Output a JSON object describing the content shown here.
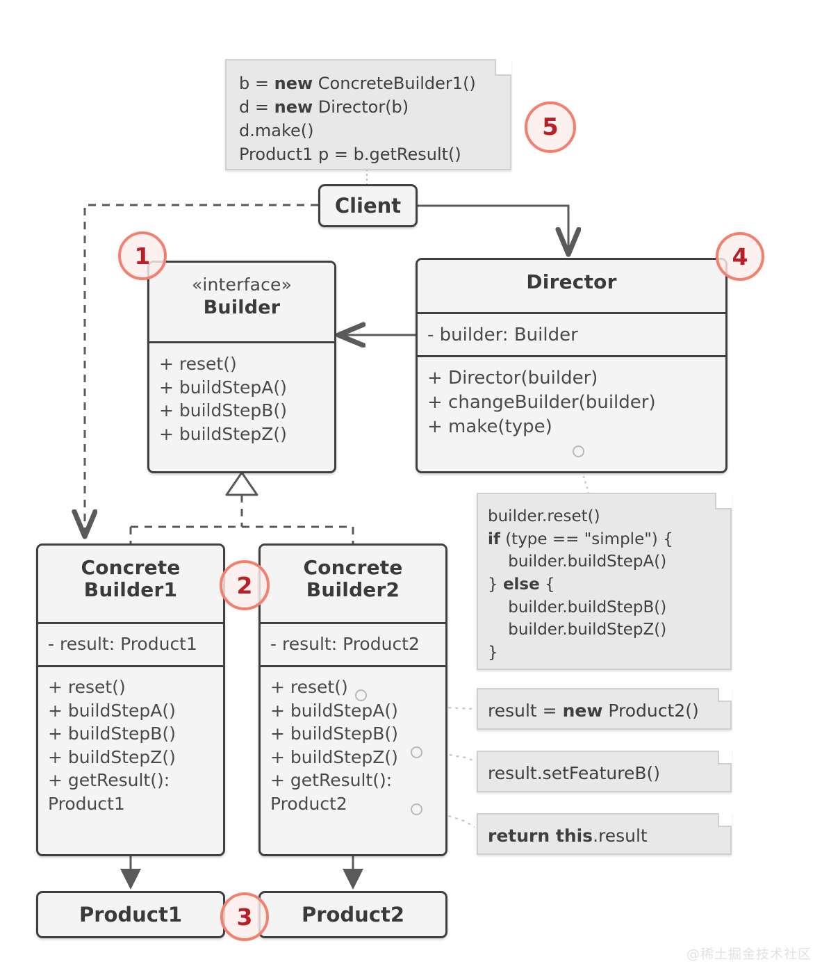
{
  "diagram": {
    "title": "Builder design pattern UML class diagram",
    "colors": {
      "box_fill": "#f4f4f4",
      "box_border": "#3f3f3f",
      "note_fill": "#e8e8e8",
      "note_border": "#cfcfcf",
      "badge_border": "#f28070",
      "badge_text": "#b81f26",
      "line": "#5a5a5a",
      "text": "#3f3f3f"
    }
  },
  "client_note": {
    "lines": [
      {
        "parts": [
          {
            "t": "b = ",
            "b": false
          },
          {
            "t": "new",
            "b": true
          },
          {
            "t": " ConcreteBuilder1()",
            "b": false
          }
        ]
      },
      {
        "parts": [
          {
            "t": "d = ",
            "b": false
          },
          {
            "t": "new",
            "b": true
          },
          {
            "t": " Director(b)",
            "b": false
          }
        ]
      },
      {
        "parts": [
          {
            "t": "d.make()",
            "b": false
          }
        ]
      },
      {
        "parts": [
          {
            "t": "Product1 p = b.getResult()",
            "b": false
          }
        ]
      }
    ]
  },
  "client": {
    "label": "Client"
  },
  "builder": {
    "stereotype": "«interface»",
    "name": "Builder",
    "methods": [
      "+ reset()",
      "+ buildStepA()",
      "+ buildStepB()",
      "+ buildStepZ()"
    ]
  },
  "director": {
    "name": "Director",
    "fields": [
      "- builder: Builder"
    ],
    "methods": [
      "+ Director(builder)",
      "+ changeBuilder(builder)",
      "+ make(type)"
    ]
  },
  "director_note": {
    "lines": [
      {
        "parts": [
          {
            "t": "builder.reset()",
            "b": false
          }
        ]
      },
      {
        "parts": [
          {
            "t": "if",
            "b": true
          },
          {
            "t": " (type == \"simple\") {",
            "b": false
          }
        ]
      },
      {
        "parts": [
          {
            "t": "    builder.buildStepA()",
            "b": false
          }
        ]
      },
      {
        "parts": [
          {
            "t": "} ",
            "b": false
          },
          {
            "t": "else",
            "b": true
          },
          {
            "t": " {",
            "b": false
          }
        ]
      },
      {
        "parts": [
          {
            "t": "    builder.buildStepB()",
            "b": false
          }
        ]
      },
      {
        "parts": [
          {
            "t": "    builder.buildStepZ()",
            "b": false
          }
        ]
      },
      {
        "parts": [
          {
            "t": "}",
            "b": false
          }
        ]
      }
    ]
  },
  "concrete_builder_1": {
    "name_line1": "Concrete",
    "name_line2": "Builder1",
    "fields": [
      "- result: Product1"
    ],
    "methods": [
      "+ reset()",
      "+ buildStepA()",
      "+ buildStepB()",
      "+ buildStepZ()",
      "+ getResult():\n   Product1"
    ]
  },
  "concrete_builder_2": {
    "name_line1": "Concrete",
    "name_line2": "Builder2",
    "fields": [
      "- result: Product2"
    ],
    "methods": [
      "+ reset()",
      "+ buildStepA()",
      "+ buildStepB()",
      "+ buildStepZ()",
      "+ getResult():\n   Product2"
    ]
  },
  "method_notes": [
    {
      "lines": [
        {
          "parts": [
            {
              "t": "result = ",
              "b": false
            },
            {
              "t": "new",
              "b": true
            },
            {
              "t": " Product2()",
              "b": false
            }
          ]
        }
      ]
    },
    {
      "lines": [
        {
          "parts": [
            {
              "t": "result.setFeatureB()",
              "b": false
            }
          ]
        }
      ]
    },
    {
      "lines": [
        {
          "parts": [
            {
              "t": "return this",
              "b": true
            },
            {
              "t": ".result",
              "b": false
            }
          ]
        }
      ]
    }
  ],
  "products": [
    {
      "label": "Product1"
    },
    {
      "label": "Product2"
    }
  ],
  "badges": [
    {
      "number": "1"
    },
    {
      "number": "2"
    },
    {
      "number": "3"
    },
    {
      "number": "4"
    },
    {
      "number": "5"
    }
  ],
  "watermark": {
    "text": "@稀土掘金技术社区"
  }
}
